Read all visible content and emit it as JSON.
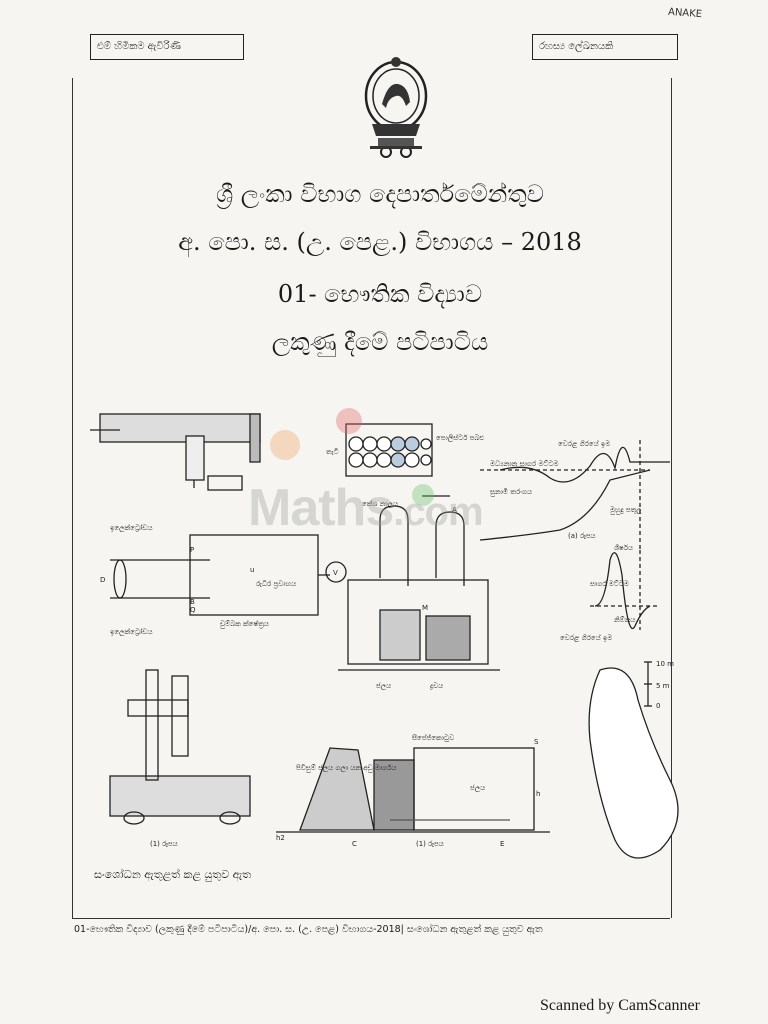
{
  "corner_note": "ANAKE",
  "top_left_box": "ළුම් හිමිකම ඇවිරිණි",
  "top_right_box": "රහස්‍ය ලේඛනයකි",
  "title_department": "ශ්‍රී ලංකා විභාග දෙපාර්තමේන්තුව",
  "title_exam": "අ. පො. ස. (උ. පෙළ.) විභාගය – 2018",
  "title_subject": "01- භෞතික විද්‍යාව",
  "title_marking": "ලකුණු දීමේ පටිපාටිය",
  "watermark": "Maths",
  "watermark_suffix": ".com",
  "labels": {
    "ocean_wave_level": "වෙරළ ගිරයේ ඉම",
    "mean_sea_level": "මධ්‍යනාන සාගර මට්ටම",
    "tsunami": "සුනාමි තරංගය",
    "land_slope": "මුහුදු පතුල",
    "fig_a": "(a) රූපය",
    "crest": "ශීර්ෂය",
    "trough": "නිම්නය",
    "sea_level": "සාගර මට්ටම",
    "coast": "වෙරළ ගිරයේ ඉම",
    "electrodes_top": "ඉලෙක්ට්‍රෝඩය",
    "electrodes_bottom": "ඉලෙක්ට්‍රෝඩය",
    "blood_flow": "රුධිර ප්‍රවාහය",
    "magnetic_field": "චුම්බක ක්ෂේත්‍රය",
    "V": "V",
    "D": "D",
    "B": "B",
    "P": "P",
    "Q": "Q",
    "u": "u",
    "tap": "කේශ නාලය",
    "A_label": "A",
    "liquid": "ද්‍රවය",
    "water": "ජලය",
    "M": "M",
    "sand_grains": "පොලිස්ටර් පබළු",
    "beads": "තැටි",
    "dam_wall": "සීපේජ්කොටුව",
    "water_body": "ජලය",
    "flow_path": "පිවිසුම් ජලය ගලා යන අඩු මාර්ගය",
    "fig1": "(1) රූපය",
    "fig1b": "(1) රූපය",
    "S": "S",
    "h": "h",
    "C": "C",
    "E": "E",
    "h2": "h2",
    "scale_10": "10 m",
    "scale_5": "5 m",
    "scale_0": "0"
  },
  "bottom_note": "සංශෝධන ඇතුළත් කළ යුතුව ඇත",
  "footer": "01-භෞතික විද්‍යාව (ලකුණු දීමේ පටිපාටිය)/අ. පො. ස. (උ. පෙළ) විභාගය-2018| සංශෝධන ඇතුළත් කළ යුතුව ඇත",
  "scanned_by": "Scanned by CamScanner"
}
